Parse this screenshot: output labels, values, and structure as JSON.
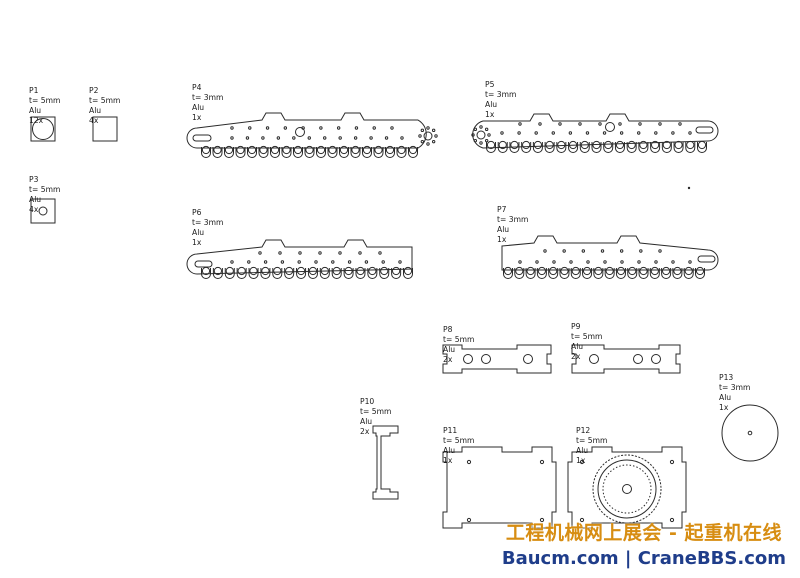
{
  "parts": [
    {
      "id": "p1",
      "name": "P1",
      "thickness": "t= 5mm",
      "material": "Alu",
      "qty": "12x"
    },
    {
      "id": "p2",
      "name": "P2",
      "thickness": "t= 5mm",
      "material": "Alu",
      "qty": "4x"
    },
    {
      "id": "p3",
      "name": "P3",
      "thickness": "t= 5mm",
      "material": "Alu",
      "qty": "4x"
    },
    {
      "id": "p4",
      "name": "P4",
      "thickness": "t= 3mm",
      "material": "Alu",
      "qty": "1x"
    },
    {
      "id": "p5",
      "name": "P5",
      "thickness": "t= 3mm",
      "material": "Alu",
      "qty": "1x"
    },
    {
      "id": "p6",
      "name": "P6",
      "thickness": "t= 3mm",
      "material": "Alu",
      "qty": "1x"
    },
    {
      "id": "p7",
      "name": "P7",
      "thickness": "t= 3mm",
      "material": "Alu",
      "qty": "1x"
    },
    {
      "id": "p8",
      "name": "P8",
      "thickness": "t= 5mm",
      "material": "Alu",
      "qty": "2x"
    },
    {
      "id": "p9",
      "name": "P9",
      "thickness": "t= 5mm",
      "material": "Alu",
      "qty": "2x"
    },
    {
      "id": "p10",
      "name": "P10",
      "thickness": "t= 5mm",
      "material": "Alu",
      "qty": "2x"
    },
    {
      "id": "p11",
      "name": "P11",
      "thickness": "t= 5mm",
      "material": "Alu",
      "qty": "1x"
    },
    {
      "id": "p12",
      "name": "P12",
      "thickness": "t= 5mm",
      "material": "Alu",
      "qty": "1x"
    },
    {
      "id": "p13",
      "name": "P13",
      "thickness": "t= 3mm",
      "material": "Alu",
      "qty": "1x"
    }
  ],
  "watermark": {
    "line1": "工程机械网上展会 - 起重机在线",
    "line2": "Baucm.com | CraneBBS.com"
  },
  "colors": {
    "ink": "#2b2b2b",
    "paper": "#ffffff",
    "watermark_cn": "#d78d12",
    "watermark_en": "#1f3d8a"
  }
}
